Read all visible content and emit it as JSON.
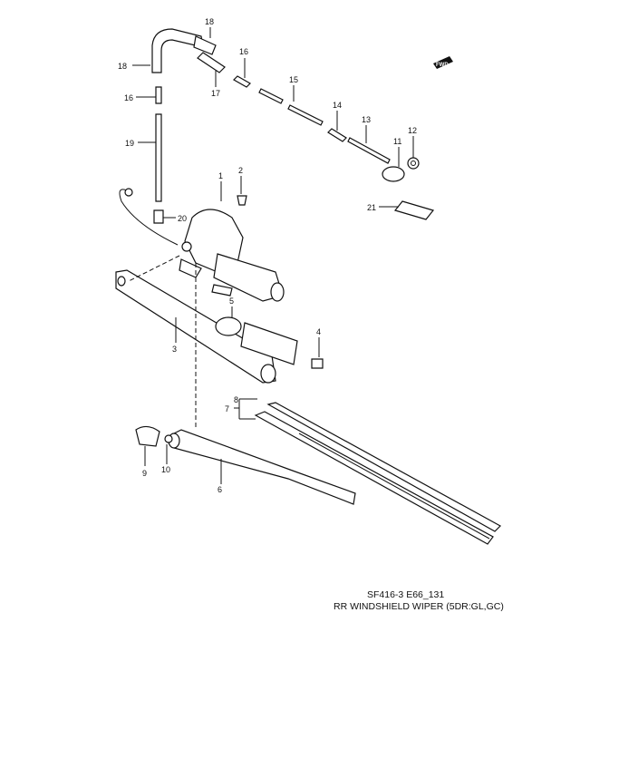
{
  "diagram": {
    "code": "SF416-3 E66_131",
    "title": "RR WINDSHIELD WIPER (5DR:GL,GC)",
    "fwd_badge": "FWD",
    "callouts": [
      "18",
      "18",
      "16",
      "17",
      "15",
      "16",
      "19",
      "14",
      "13",
      "12",
      "11",
      "21",
      "1",
      "2",
      "20",
      "5",
      "3",
      "4",
      "8",
      "7",
      "9",
      "10",
      "6"
    ]
  }
}
